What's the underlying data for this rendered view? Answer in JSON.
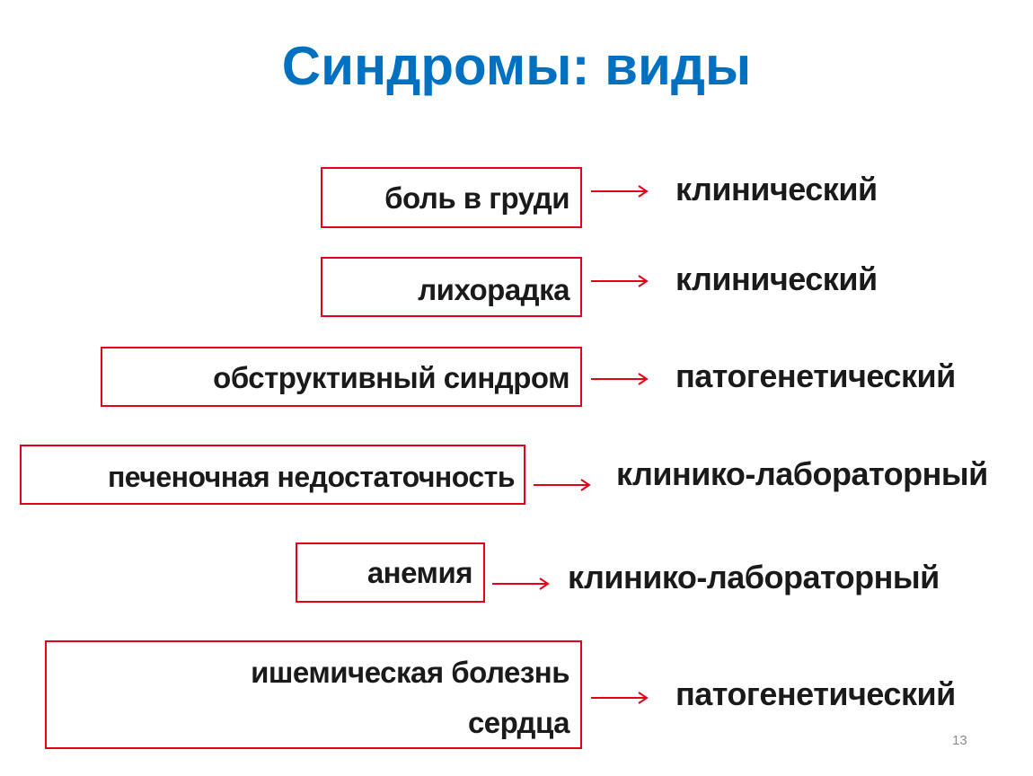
{
  "slide": {
    "title": "Синдромы: виды",
    "page_number": "13",
    "arrow_color": "#e3001b",
    "title_color": "#0070c0",
    "rows": [
      {
        "syndrome": "боль в груди",
        "type": "клинический"
      },
      {
        "syndrome": "лихорадка",
        "type": "клинический"
      },
      {
        "syndrome": "обструктивный синдром",
        "type": "патогенетический"
      },
      {
        "syndrome": "печеночная недостаточность",
        "type": "клинико-лабораторный"
      },
      {
        "syndrome": "анемия",
        "type": "клинико-лабораторный"
      },
      {
        "syndrome_line1": "ишемическая болезнь",
        "syndrome_line2": "сердца",
        "type": "патогенетический"
      }
    ]
  }
}
